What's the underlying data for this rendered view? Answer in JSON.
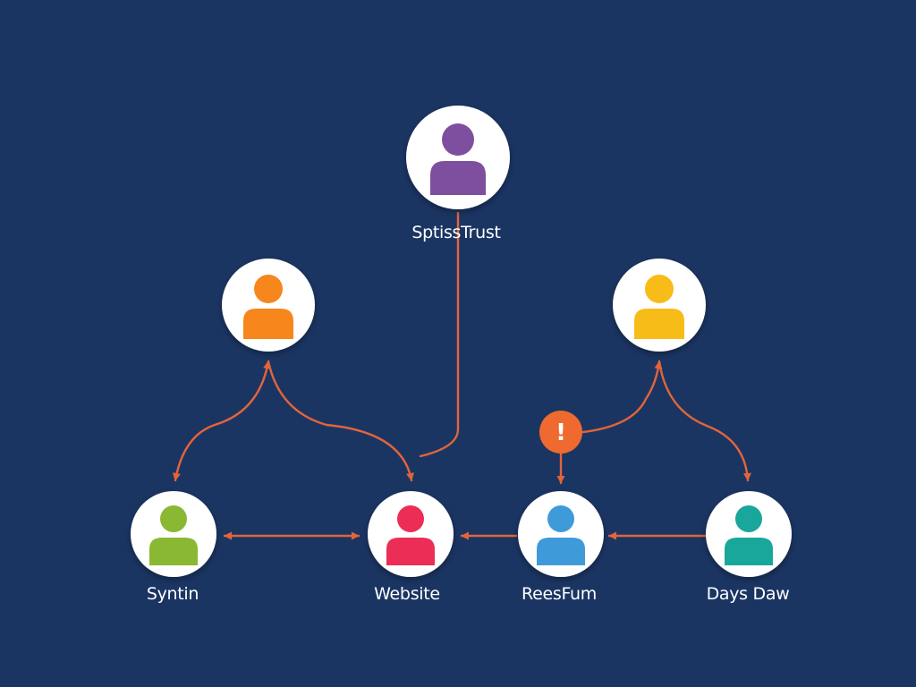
{
  "diagram": {
    "background": "#1b3563",
    "edge_color": "#e2653a",
    "label_color": "#ffffff",
    "node_fill": "#ffffff",
    "alert_color": "#ef6a2f",
    "nodes": {
      "top": {
        "label": "SptissTrust",
        "color": "#7f4f9f"
      },
      "orange": {
        "label": "",
        "color": "#f7861c"
      },
      "yellow": {
        "label": "",
        "color": "#f8bc19"
      },
      "syntin": {
        "label": "Syntin",
        "color": "#8ab833"
      },
      "website": {
        "label": "Website",
        "color": "#ec2d55"
      },
      "reesfum": {
        "label": "ReesFum",
        "color": "#3f9ad9"
      },
      "daysdaw": {
        "label": "Days Daw",
        "color": "#19a79c"
      }
    },
    "alert": {
      "glyph": "!"
    }
  }
}
